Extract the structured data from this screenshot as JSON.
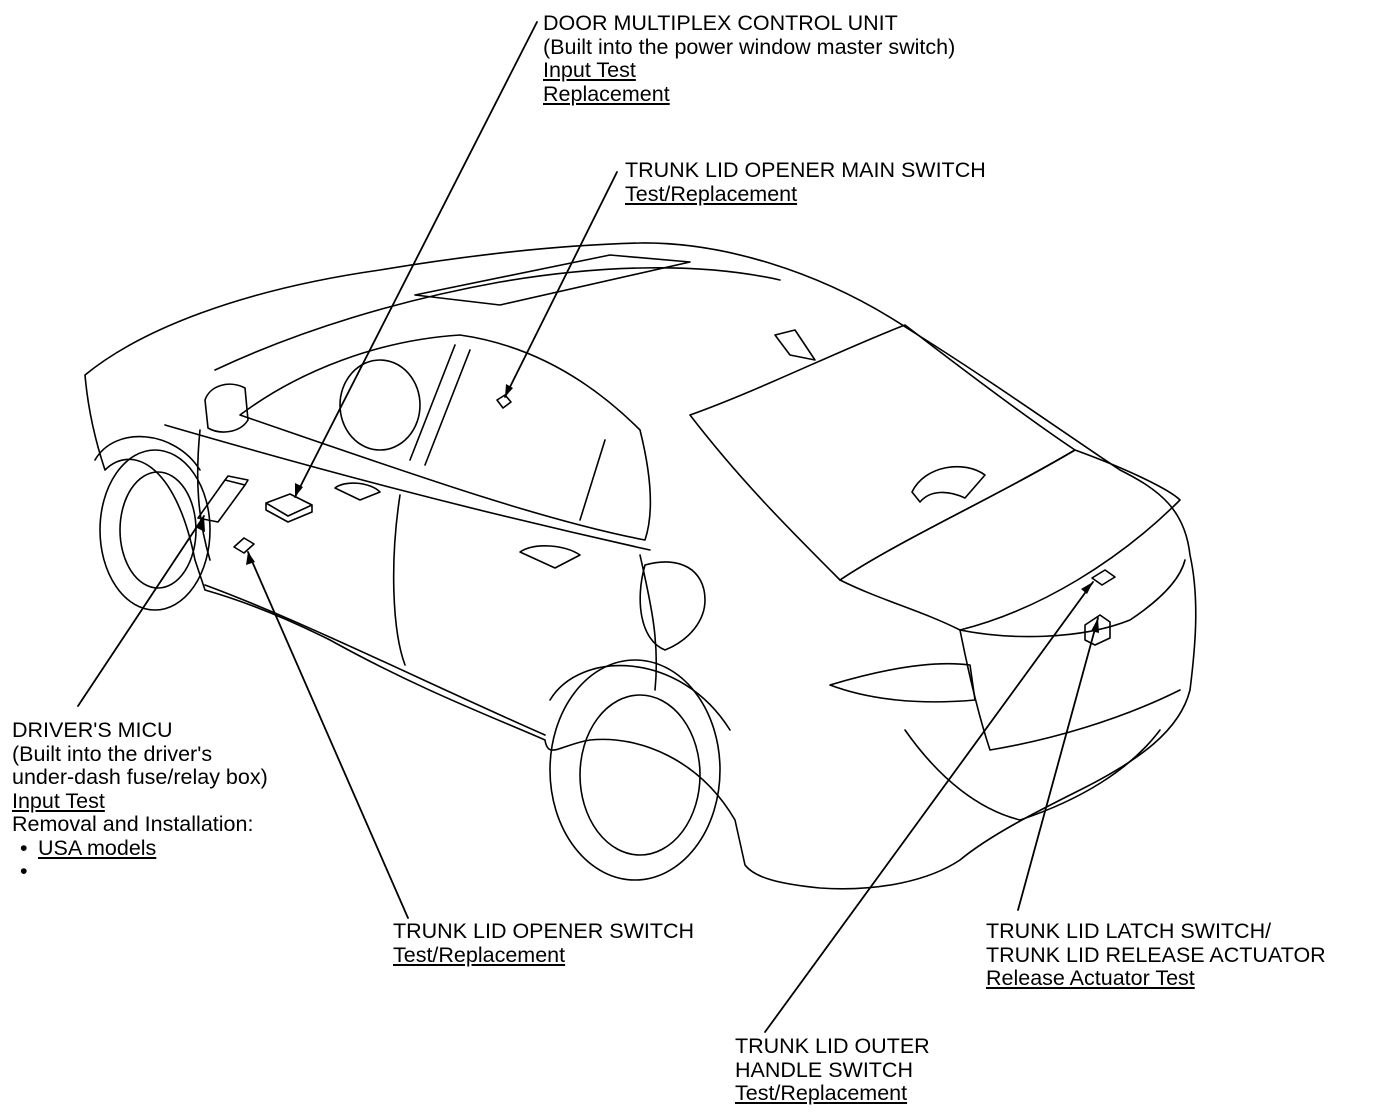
{
  "callouts": {
    "door_multiplex": {
      "title": "DOOR MULTIPLEX CONTROL UNIT",
      "note": "(Built into the power window master switch)",
      "links": [
        "Input Test",
        "Replacement"
      ]
    },
    "trunk_main_switch": {
      "title": "TRUNK LID OPENER MAIN SWITCH",
      "links": [
        "Test/Replacement"
      ]
    },
    "drivers_micu": {
      "title": "DRIVER'S MICU",
      "note_line1": "(Built into the driver's",
      "note_line2": "under-dash fuse/relay box)",
      "links": [
        "Input Test"
      ],
      "removal_label": "Removal and Installation:",
      "bullet_char": "•",
      "bullets": [
        "USA models",
        ""
      ]
    },
    "trunk_opener_switch": {
      "title": "TRUNK LID OPENER SWITCH",
      "links": [
        "Test/Replacement"
      ]
    },
    "latch_switch": {
      "title_line1": "TRUNK LID LATCH SWITCH/",
      "title_line2": "TRUNK LID RELEASE ACTUATOR",
      "links": [
        "Release Actuator Test"
      ]
    },
    "outer_handle": {
      "title_line1": "TRUNK LID OUTER",
      "title_line2": "HANDLE SWITCH",
      "links": [
        "Test/Replacement"
      ]
    }
  }
}
